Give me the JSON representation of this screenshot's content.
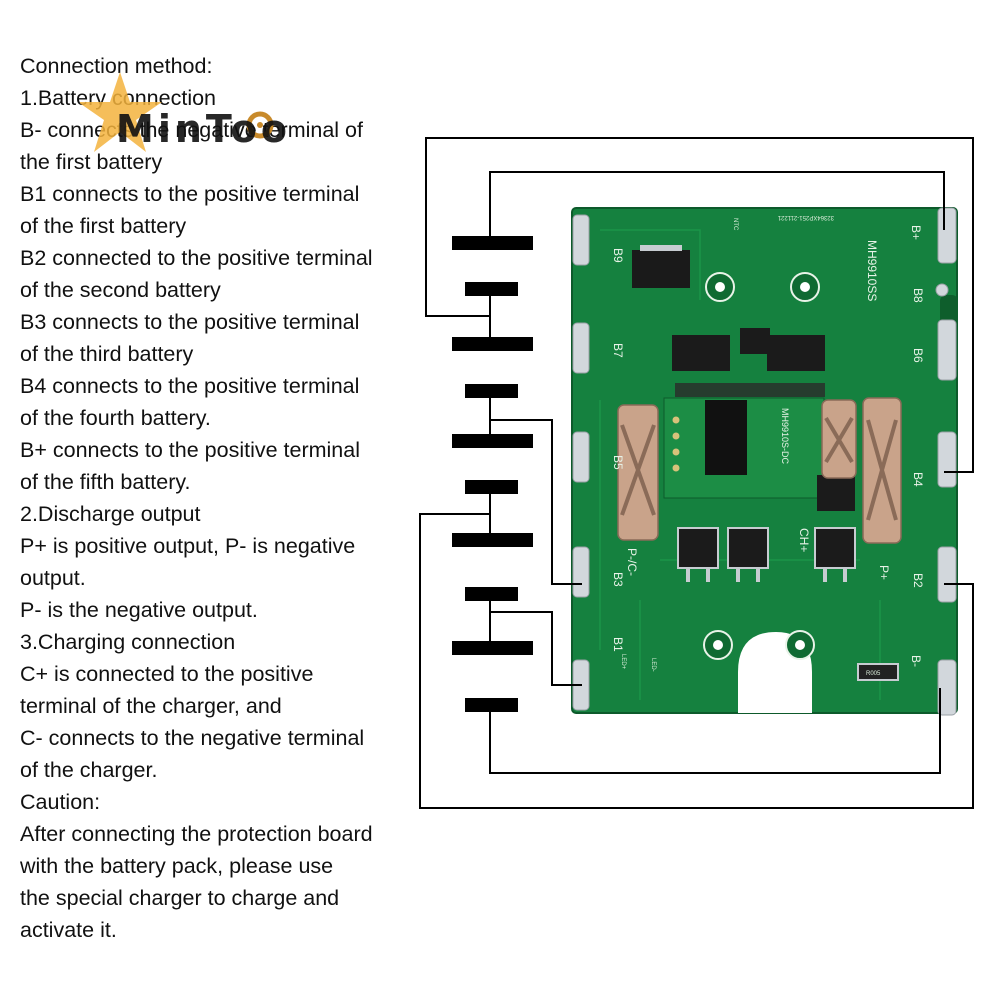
{
  "instructions": [
    "Connection method:",
    "1.Battery connection",
    "B- connects the negative terminal of",
    "the first battery",
    "B1 connects to the positive terminal",
    "of the first battery",
    "B2 connected to the positive terminal",
    "of the second battery",
    "B3 connects to the positive terminal",
    "of the third battery",
    "B4 connects to the positive terminal",
    "of the fourth battery.",
    "B+ connects to the positive terminal",
    "of the fifth battery.",
    "2.Discharge output",
    "P+ is positive output, P- is negative",
    "output.",
    "P- is the negative output.",
    "3.Charging connection",
    "C+ is connected to the positive",
    "terminal of the charger, and",
    "C- connects to the negative terminal",
    "of the charger.",
    "Caution:",
    "After connecting the protection board",
    "with the battery pack, please use",
    "the special charger to charge and",
    "activate it."
  ],
  "logo": {
    "text": "MinTool"
  },
  "board": {
    "pad_labels_left": [
      "B9",
      "B7",
      "B5",
      "B3",
      "B1"
    ],
    "pad_labels_right": [
      "B+",
      "B8",
      "B6",
      "B4",
      "B2",
      "B-"
    ],
    "output_labels": {
      "p_minus": "P-/C-",
      "p_plus": "P+",
      "charge_plus": "CH+"
    },
    "led_labels": [
      "LED+",
      "LED-"
    ],
    "model_text": "MH9910SS",
    "chip_text": "MH9910S-DC",
    "serial_text": "32364XP251-211221",
    "ntc_text": "NTC",
    "resistor_text": "R005"
  },
  "colors": {
    "pcb": "#15813f",
    "pcb_dark": "#0f6a32",
    "silk": "#e8f3e8",
    "pad": "#d2d7dc",
    "wire": "#000000"
  }
}
